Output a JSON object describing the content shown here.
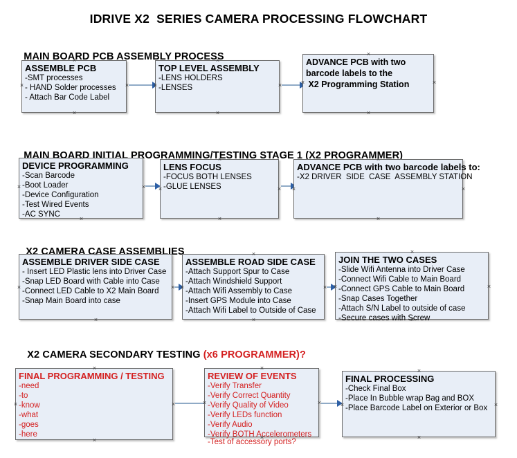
{
  "title": "IDRIVE X2  SERIES CAMERA PROCESSING FLOWCHART",
  "colors": {
    "box_fill": "#e8eef7",
    "box_border": "#6a6a6a",
    "connector": "#8faac6",
    "arrow": "#2d5fa5",
    "red_accent": "#d42020",
    "text": "#000000"
  },
  "sections": [
    {
      "heading": "MAIN BOARD PCB ASSEMBLY PROCESS",
      "heading_red": "",
      "nodes": [
        {
          "title": "ASSEMBLE PCB",
          "lines": [
            "-SMT processes",
            "- HAND Solder processes",
            "- Attach Bar Code Label"
          ]
        },
        {
          "title": "TOP LEVEL ASSEMBLY",
          "lines": [
            "-LENS HOLDERS",
            "-LENSES"
          ]
        },
        {
          "title": "",
          "lines": [
            "ADVANCE PCB with two",
            "barcode labels to the",
            " X2 Programming Station"
          ]
        }
      ]
    },
    {
      "heading": "MAIN BOARD INITIAL PROGRAMMING/TESTING STAGE 1 (X2 PROGRAMMER)",
      "heading_red": "",
      "nodes": [
        {
          "title": "DEVICE PROGRAMMING",
          "lines": [
            "-Scan Barcode",
            "-Boot Loader",
            "-Device Configuration",
            "-Test Wired Events",
            "-AC SYNC"
          ]
        },
        {
          "title": "LENS FOCUS",
          "lines": [
            "-FOCUS BOTH LENSES",
            "-GLUE LENSES"
          ]
        },
        {
          "title": "ADVANCE PCB with two barcode labels to:",
          "lines": [
            "-X2 DRIVER  SIDE  CASE  ASSEMBLY STATION"
          ]
        }
      ]
    },
    {
      "heading": "X2 CAMERA CASE ASSEMBLIES",
      "heading_red": "",
      "nodes": [
        {
          "title": "ASSEMBLE DRIVER SIDE CASE",
          "lines": [
            "- Insert LED Plastic lens into Driver Case",
            "-Snap LED Board with Cable into Case",
            "-Connect LED Cable to X2 Main Board",
            "-Snap Main Board into case"
          ]
        },
        {
          "title": "ASSEMBLE ROAD SIDE CASE",
          "lines": [
            "-Attach Support Spur to Case",
            "-Attach Windshield Support",
            "-Attach Wifi Assembly to Case",
            "-Insert GPS Module into Case",
            "-Attach Wifi Label to Outside of Case"
          ]
        },
        {
          "title": "JOIN THE TWO CASES",
          "lines": [
            "-Slide Wifi Antenna into Driver Case",
            "-Connect Wifi Cable to Main Board",
            "-Connect GPS Cable to Main Board",
            "-Snap Cases Together",
            "-Attach S/N Label to outside of case",
            "-Secure cases with Screw"
          ]
        }
      ]
    },
    {
      "heading": "X2 CAMERA SECONDARY TESTING ",
      "heading_red": "(x6 PROGRAMMER)?",
      "nodes": [
        {
          "title": "FINAL PROGRAMMING / TESTING",
          "lines": [
            "-need",
            "-to",
            "-know",
            "-what",
            "-goes",
            "-here"
          ]
        },
        {
          "title": "REVIEW OF EVENTS",
          "lines": [
            "-Verify Transfer",
            "-Verify Correct Quantity",
            "-Verify Quality of Video",
            "-Verify LEDs function",
            "-Verify Audio",
            "-Verify BOTH Accelerometers"
          ],
          "overflow_line": "-Test of accessory ports?"
        },
        {
          "title": "FINAL PROCESSING",
          "lines": [
            "-Check Final Box",
            "-Place In Bubble wrap Bag and BOX",
            "-Place Barcode Label on Exterior or Box"
          ]
        }
      ]
    }
  ]
}
